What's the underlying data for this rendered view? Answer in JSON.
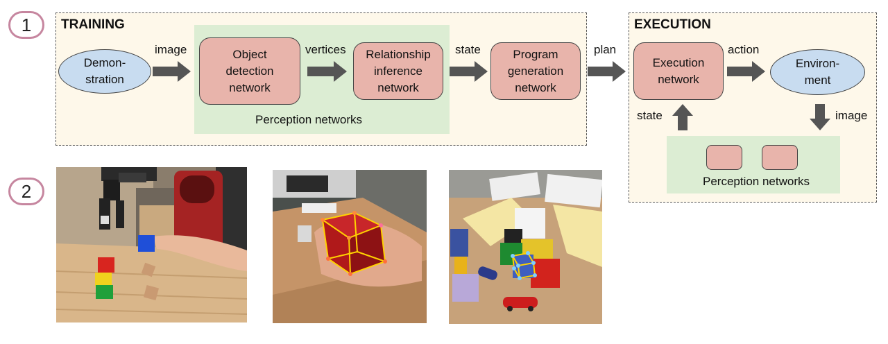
{
  "badges": {
    "one": "1",
    "two": "2"
  },
  "training": {
    "title": "TRAINING",
    "demonstration": {
      "line1": "Demon-",
      "line2": "stration"
    },
    "label_image": "image",
    "object_detection": {
      "line1": "Object",
      "line2": "detection",
      "line3": "network"
    },
    "label_vertices": "vertices",
    "relationship": {
      "line1": "Relationship",
      "line2": "inference",
      "line3": "network"
    },
    "label_state": "state",
    "program": {
      "line1": "Program",
      "line2": "generation",
      "line3": "network"
    },
    "perception_caption": "Perception networks"
  },
  "label_plan": "plan",
  "execution": {
    "title": "EXECUTION",
    "execution_network": {
      "line1": "Execution",
      "line2": "network"
    },
    "label_action": "action",
    "environment": {
      "line1": "Environ-",
      "line2": "ment"
    },
    "label_state": "state",
    "label_image": "image",
    "perception_caption": "Perception networks"
  },
  "colors": {
    "panel_bg": "#fef8ea",
    "green_bg": "#dcedd3",
    "network_box": "#e8b4ab",
    "oval": "#c8dcf0",
    "arrow": "#555555",
    "badge_border": "#c6869f"
  }
}
